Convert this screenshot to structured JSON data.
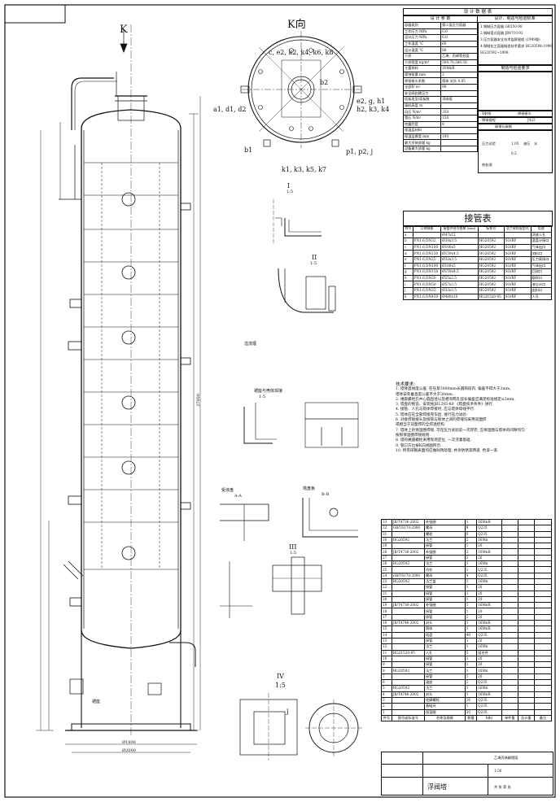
{
  "view_labels": {
    "k_arrow": "K",
    "k_view": "K向",
    "ring": "c, e2, k2, k4, k6, k8",
    "left_nozzles": "a1, d1, d2",
    "right_nozzles": "e2, g, h1",
    "right_nozzles2": "h2, k3, k4",
    "bottom_left": "b1",
    "bottom_right": "p1, p2, j",
    "bottom_center": "k1, k3, k5, k7",
    "b2": "b2",
    "sec_I": "I",
    "sec_I_scale": "1:5",
    "sec_II": "II",
    "sec_II_scale": "1:5",
    "sec_III": "III",
    "sec_III_scale": "1:5",
    "sec_IV": "IV",
    "sec_IV_scale": "1:5",
    "detail_weld": "裙座与壳体焊接",
    "detail_weld_scale": "1:5",
    "detail_a": "A-A",
    "detail_b": "B-B",
    "j_label": "j",
    "support_label": "裙座",
    "right_note_1": "溢流堰",
    "right_note_2": "受液盘",
    "right_note_3": "塔盘板",
    "dim_total": "37000",
    "dim_dia": "Ø1800",
    "dim_base": "Ø2000"
  },
  "design_table": {
    "title": "设 计 数 据 表",
    "left_header": "设 计 参 数",
    "right_header": "设计、制造与检验标准",
    "rows": [
      [
        "容器类别",
        "第二类压力容器"
      ],
      [
        "工作压力  MPa",
        "0.6"
      ],
      [
        "设计压力  MPa",
        "0.8"
      ],
      [
        "工作温度  °C",
        "60"
      ],
      [
        "设计温度  °C",
        "80"
      ],
      [
        "介质",
        "乙烯、丙烯等烃类"
      ],
      [
        "介质密度  kg/m³",
        "500.76,580.56"
      ],
      [
        "主要材料",
        "16MnR"
      ],
      [
        "腐蚀裕量  mm",
        "2"
      ],
      [
        "焊接接头系数",
        "筒体 封头 0.85"
      ],
      [
        "全容积  m³",
        "90"
      ],
      [
        "安全阀启跳压力",
        ""
      ],
      [
        "塔板类型/塔板数",
        "浮阀塔"
      ],
      [
        "填料高度  m",
        ""
      ],
      [
        "风压  N/m²",
        "350"
      ],
      [
        "雪压  N/m²",
        "150"
      ],
      [
        "地震烈度",
        "8"
      ],
      [
        "保温层材料",
        ""
      ],
      [
        "保温层厚度  mm",
        "100"
      ],
      [
        "最大吊装质量  kg",
        ""
      ],
      [
        "设备最大质量  kg",
        ""
      ]
    ],
    "standards": [
      "1.钢制压力容器  GB150-98",
      "2.钢制塔式容器  JB4710-92",
      "3.压力容器安全技术监察规程  (1999版)",
      "4.钢制化工容器制造技术要求  HG20584-1998",
      "HG20592~1998"
    ],
    "manufacture_header": "制造与检验要求",
    "ndt_header": "无损检测",
    "ndt_left": "X射线",
    "ndt_right": "焊接接头",
    "weld_header": "焊接规程",
    "weld_value": "J422",
    "extra_rows": [
      "焊条牌号",
      "J422",
      "碳钢与碳钢"
    ],
    "treat": "热处理",
    "pressure_test": "压力试验",
    "test_values": [
      "1.05",
      "液压",
      "水",
      "0.2"
    ]
  },
  "nozzle_table": {
    "title": "接管表",
    "headers": [
      "符号",
      "公称规格",
      "接管外径与壁厚 (mm)",
      "标准号",
      "法兰密封面型式",
      "用途"
    ],
    "rows": [
      [
        "a",
        "",
        "Ø47x12",
        "",
        "",
        "测液入孔"
      ],
      [
        "b",
        "PN1.6,DN32",
        "Ø38x3.5",
        "HG20592",
        "SO/RF",
        "温度计接口"
      ],
      [
        "c",
        "PN1.6,DN100",
        "Ø108x5",
        "HG20592",
        "SO/RF",
        "气体出口"
      ],
      [
        "d",
        "PN1.6,DN150",
        "Ø159x4.5",
        "HG20592",
        "SO/RF",
        "加料口"
      ],
      [
        "e",
        "PN1.6,DN25",
        "Ø32x3.5",
        "HG20592",
        "SO/RF",
        "压力表接口"
      ],
      [
        "f",
        "PN1.6,DN100",
        "Ø108x5",
        "HG20592",
        "SO/RF",
        "气体出口"
      ],
      [
        "g",
        "PN1.6,DN150",
        "Ø159x4.5",
        "HG20592",
        "SO/RF",
        "回流口"
      ],
      [
        "h",
        "PN1.6,DN20",
        "Ø25x2.5",
        "HG20592",
        "SO/RF",
        "取样口"
      ],
      [
        "i",
        "PN1.6,DN50",
        "Ø57x3.5",
        "HG20592",
        "SO/RF",
        "液位计口"
      ],
      [
        "j",
        "PN1.6,DN25",
        "Ø32x3.5",
        "HG20592",
        "SO/RF",
        "出料口"
      ],
      [
        "k",
        "PN1.6,DN450",
        "Ø480x10",
        "HG21520-95",
        "SO/RF",
        "人孔"
      ]
    ]
  },
  "notes": {
    "title": "技术要求:",
    "items": [
      "1. 塔体直线度公差, 在任意3000mm长圆筒段内, 偏差不得大于3mm,",
      "   塔体安装垂直度公差不大于30mm.",
      "2. 裙座螺栓孔中心圆直径以及相邻两孔弦长偏差应满足标准规定≤2mm.",
      "3. 塔盘的制造、安装按JB1205-80 《塔盘技术条件》进行.",
      "4. 接管、人孔与筒体焊接时, 应与塔体母线平行.",
      "5. 塔体应在全部焊接完毕后, 进行压力试验.",
      "6. 对接焊接接头及接管与筒体之间的焊缝均采用双面焊",
      "   或相当于双面焊的全焊透结构.",
      "7. 塔体上的保温圈焊接, 可在压力试验前一次焊完, 应保温圈与塔体的间隙均匀.",
      "   按照保温圈焊接规则.",
      "8. 塔的裙座螺栓采用现场定位, 一次浇灌基础.",
      "9. 管口方位按K向视图所示.",
      "10. 所有碳钢表面均应做除锈处理, 并涂防锈漆两道, 色漆一道."
    ]
  },
  "parts_list": {
    "header": [
      "件号",
      "图号或标准号",
      "名称及规格",
      "数量",
      "材料",
      "单件重",
      "总计重",
      "备注"
    ],
    "rows": [
      [
        "33",
        "JB/T4736-2002",
        "补强圈",
        "1",
        "16MnR",
        "",
        "",
        ""
      ],
      [
        "32",
        "GB/T6170-2000",
        "螺母",
        "8",
        "Q235",
        "",
        "",
        ""
      ],
      [
        "31",
        "",
        "螺栓",
        "8",
        "Q235",
        "",
        "",
        ""
      ],
      [
        "30",
        "HG20592",
        "法兰",
        "2",
        "16Mn",
        "",
        "",
        ""
      ],
      [
        "29",
        "",
        "接管",
        "1",
        "20",
        "",
        "",
        ""
      ],
      [
        "28",
        "JB/T4736-2002",
        "补强圈",
        "2",
        "16MnR",
        "",
        "",
        ""
      ],
      [
        "27",
        "",
        "接管",
        "2",
        "20",
        "",
        "",
        ""
      ],
      [
        "26",
        "HG20592",
        "法兰",
        "1",
        "16Mn",
        "",
        "",
        ""
      ],
      [
        "25",
        "",
        "吊柱",
        "1",
        "Q235",
        "",
        "",
        ""
      ],
      [
        "24",
        "GB/T6170-2000",
        "螺母",
        "4",
        "Q235",
        "",
        "",
        ""
      ],
      [
        "23",
        "HG20592",
        "法兰盖",
        "1",
        "16Mn",
        "",
        "",
        ""
      ],
      [
        "22",
        "",
        "接管",
        "1",
        "20",
        "",
        "",
        ""
      ],
      [
        "21",
        "",
        "接管",
        "1",
        "20",
        "",
        "",
        ""
      ],
      [
        "20",
        "",
        "接管",
        "1",
        "20",
        "",
        "",
        ""
      ],
      [
        "19",
        "JB/T4736-2002",
        "补强圈",
        "1",
        "16MnR",
        "",
        "",
        ""
      ],
      [
        "18",
        "",
        "接管",
        "1",
        "20",
        "",
        "",
        ""
      ],
      [
        "17",
        "",
        "接管",
        "1",
        "20",
        "",
        "",
        ""
      ],
      [
        "16",
        "JB/T4746-2002",
        "封头",
        "1",
        "16MnR",
        "",
        "",
        ""
      ],
      [
        "15",
        "",
        "筒体",
        "1",
        "16MnR",
        "",
        "",
        ""
      ],
      [
        "14",
        "",
        "塔盘",
        "40",
        "Q235",
        "",
        "",
        ""
      ],
      [
        "13",
        "",
        "接管",
        "1",
        "20",
        "",
        "",
        ""
      ],
      [
        "12",
        "",
        "法兰",
        "1",
        "16Mn",
        "",
        "",
        ""
      ],
      [
        "11",
        "HG21520-95",
        "人孔",
        "5",
        "组合件",
        "",
        "",
        ""
      ],
      [
        "10",
        "",
        "接管",
        "1",
        "20",
        "",
        "",
        ""
      ],
      [
        "9",
        "",
        "接管",
        "1",
        "20",
        "",
        "",
        ""
      ],
      [
        "8",
        "HG20592",
        "法兰",
        "1",
        "16Mn",
        "",
        "",
        ""
      ],
      [
        "7",
        "",
        "接管",
        "1",
        "20",
        "",
        "",
        ""
      ],
      [
        "6",
        "",
        "裙座",
        "1",
        "Q235",
        "",
        "",
        ""
      ],
      [
        "5",
        "HG20592",
        "法兰",
        "1",
        "16Mn",
        "",
        "",
        ""
      ],
      [
        "4",
        "JB/T4746-2002",
        "封头",
        "1",
        "16MnR",
        "",
        "",
        ""
      ],
      [
        "3",
        "",
        "地脚螺栓",
        "16",
        "Q235",
        "",
        "",
        ""
      ],
      [
        "2",
        "",
        "基础环",
        "1",
        "Q235",
        "",
        "",
        ""
      ],
      [
        "1",
        "",
        "保温圈",
        "20",
        "Q235",
        "",
        "",
        ""
      ]
    ]
  },
  "title_block": {
    "drawing_name": "浮阀塔",
    "company": "",
    "project": "乙烯丙烯精馏塔",
    "scale": "1:50",
    "sheet": "共 张  第 张"
  }
}
